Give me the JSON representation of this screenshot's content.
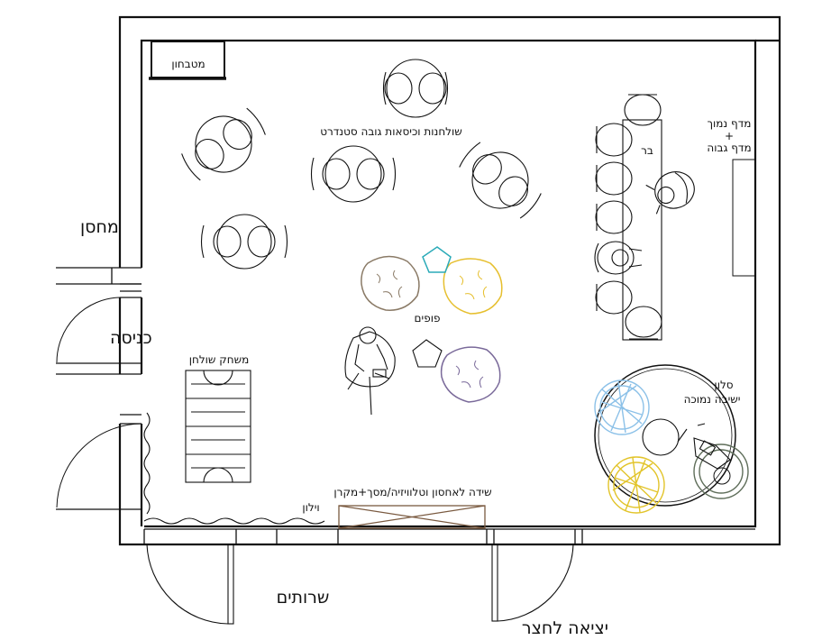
{
  "labels": {
    "kitchen_corner": "מטבחון",
    "storage": "מחסן",
    "entrance": "כניסה",
    "restrooms": "שרותים",
    "yard_exit": "יציאה לחצר",
    "standard_tables": "שולחנות וכיסאות גובה סטנדרט",
    "bar": "בר",
    "shelf_line1": "מדף נמוך",
    "shelf_plus": "+",
    "shelf_line2": "מדף גבוה",
    "poufs": "פופים",
    "table_game": "משחק שולחן",
    "lounge_line1": "סלון",
    "lounge_line2": "ישיבה נמוכה",
    "cabinet": "שידה לאחסון וטלוויזיה/מסך+מקרן",
    "curtain": "וילון"
  },
  "colors": {
    "wall": "#111111",
    "pouf_brown": "#8a7a66",
    "pouf_yellow": "#e6bf2e",
    "pouf_purple": "#7a6a9a",
    "pouf_cyan": "#2aaab8",
    "chair_blue": "#8cc1e8",
    "chair_yellow": "#e2c42a",
    "chair_green": "#5f6e5a",
    "cabinet_brown": "#7a5a40"
  }
}
